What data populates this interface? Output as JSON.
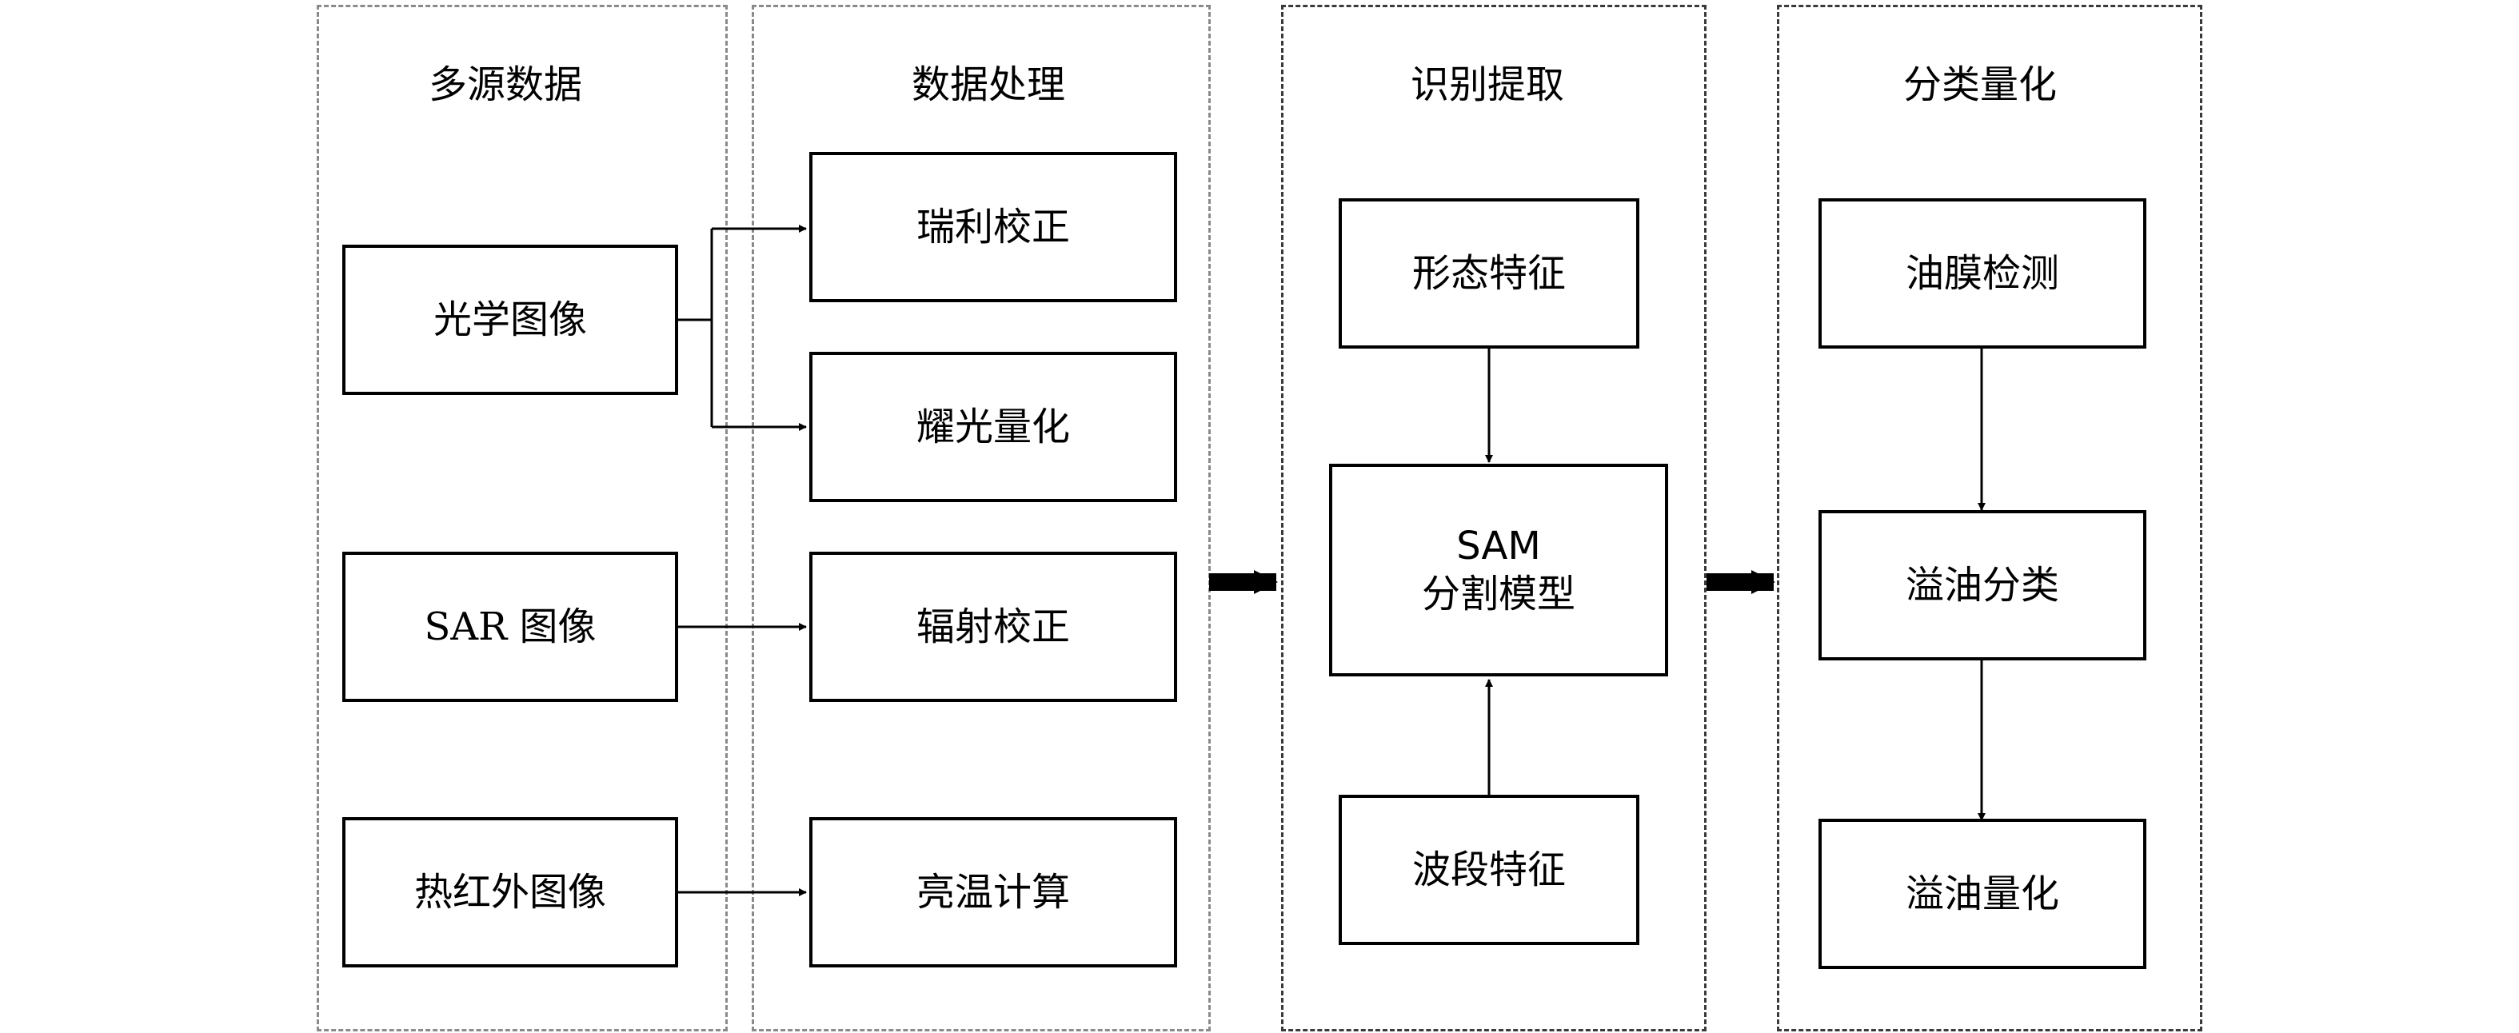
{
  "columns": {
    "multi_source": {
      "title": "多源数据",
      "items": [
        "光学图像",
        "SAR 图像",
        "热红外图像"
      ]
    },
    "processing": {
      "title": "数据处理",
      "items": [
        "瑞利校正",
        "耀光量化",
        "辐射校正",
        "亮温计算"
      ]
    },
    "extraction": {
      "title": "识别提取",
      "items": [
        "形态特征",
        "SAM\n分割模型",
        "波段特征"
      ]
    },
    "quantification": {
      "title": "分类量化",
      "items": [
        "油膜检测",
        "溢油分类",
        "溢油量化"
      ]
    }
  }
}
